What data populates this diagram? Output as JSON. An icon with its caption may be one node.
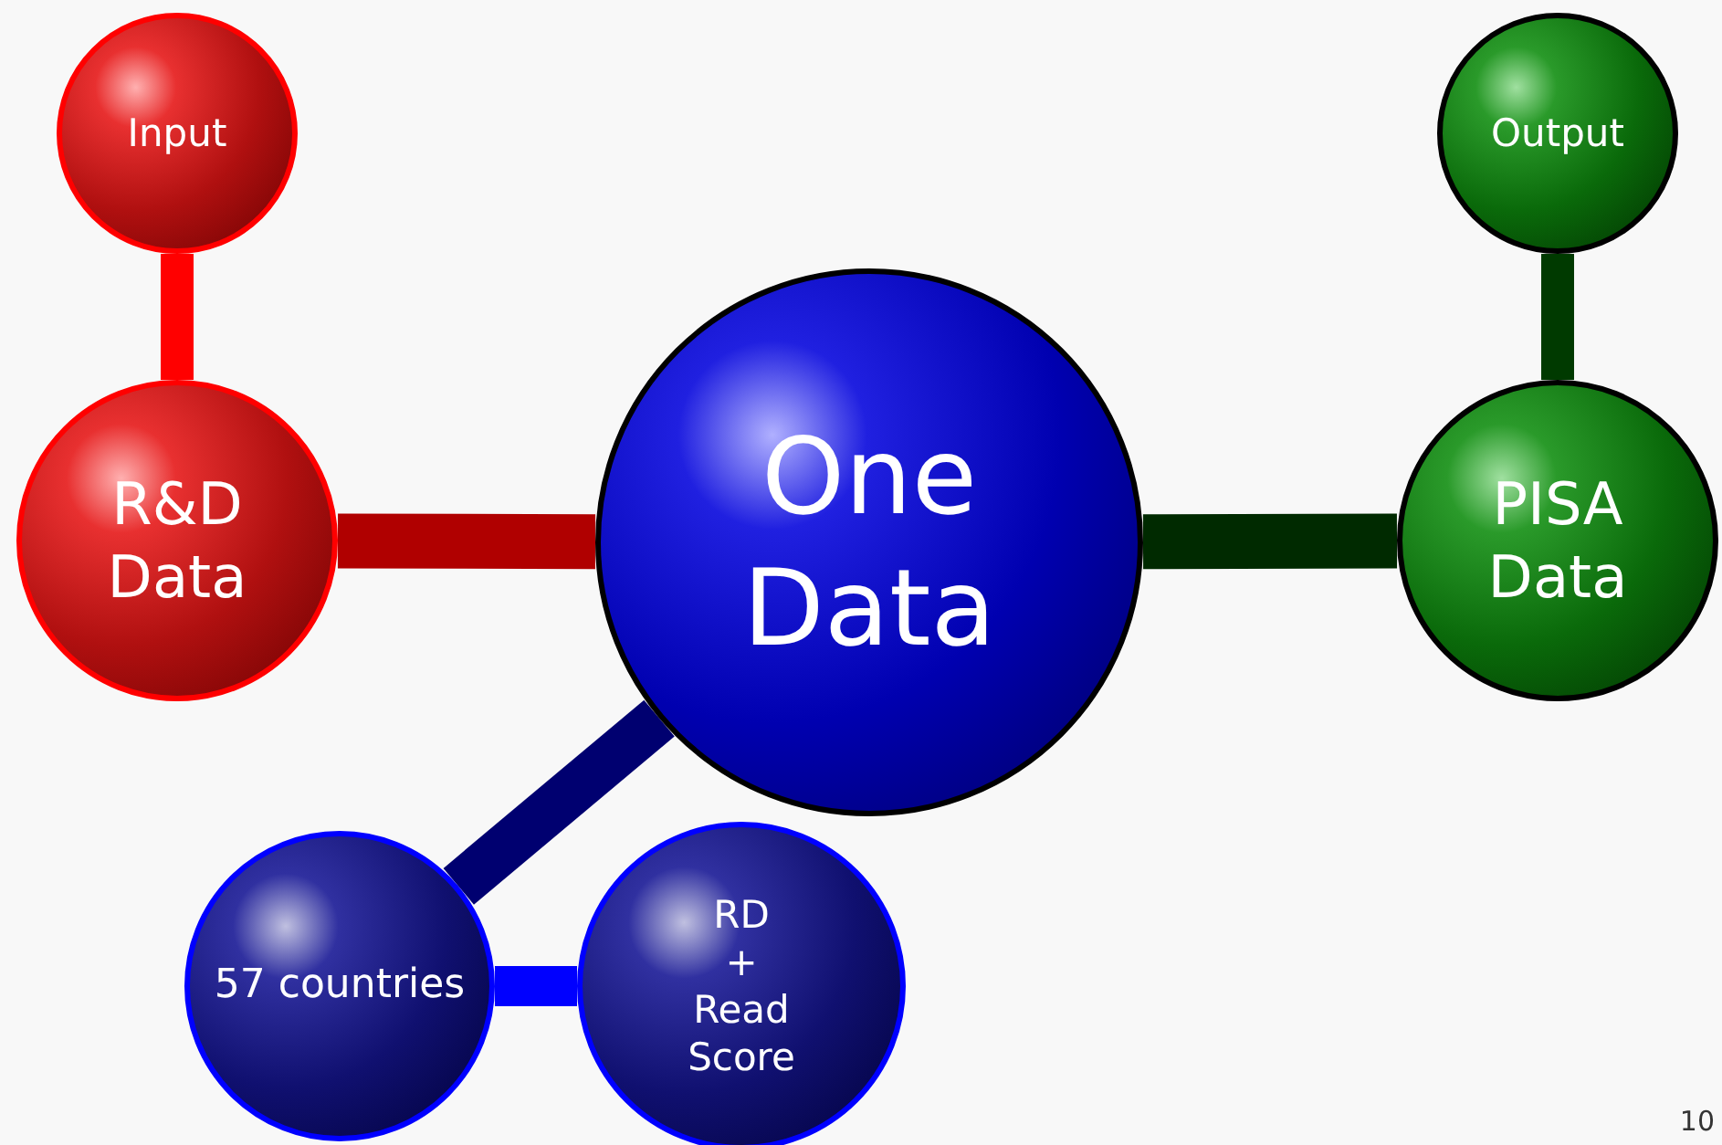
{
  "diagram": {
    "nodes": [
      {
        "text": [
          "One Data"
        ]
      },
      {
        "text": [
          "R&D Data"
        ]
      },
      {
        "text": [
          "Input"
        ]
      },
      {
        "text": [
          "PISA Data"
        ]
      },
      {
        "text": [
          "Output"
        ]
      },
      {
        "text": [
          "57 countries"
        ]
      },
      {
        "text": [
          "RD + Read Score"
        ]
      }
    ],
    "edges": [
      {
        "from": 0,
        "to": 1,
        "arrow": "none",
        "color": "#b00000"
      },
      {
        "from": 1,
        "to": 2,
        "arrow": "none",
        "color": "#ff0000"
      },
      {
        "from": 0,
        "to": 3,
        "arrow": "none",
        "color": "#002a00"
      },
      {
        "from": 3,
        "to": 4,
        "arrow": "none",
        "color": "#003a00"
      },
      {
        "from": 0,
        "to": 5,
        "arrow": "none",
        "color": "#000070"
      },
      {
        "from": 5,
        "to": 6,
        "arrow": "none",
        "color": "#0000ff"
      }
    ],
    "labels": [
      "10"
    ]
  }
}
